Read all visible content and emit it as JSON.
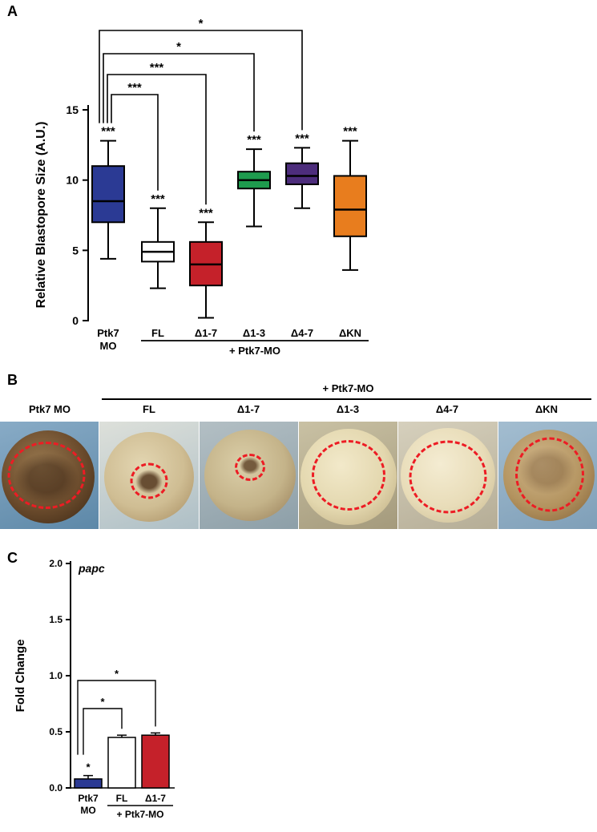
{
  "figure": {
    "panels": {
      "a": "A",
      "b": "B",
      "c": "C"
    }
  },
  "panel_b": {
    "group_label": "+ Ptk7-MO",
    "circle_color": "#ed1c24",
    "columns": [
      {
        "label": "Ptk7 MO",
        "bg": [
          "#88abc6",
          "#5d88a8"
        ],
        "embryo": [
          "#9a7a50",
          "#6b4b2c",
          "#3f2a16"
        ],
        "embryo_d": 116,
        "embryo_dx": -2,
        "embryo_dy": 2,
        "spot": {
          "w": 80,
          "h": 64,
          "dx": -4,
          "dy": 4,
          "color": "#3a2414",
          "opacity": 0.5
        },
        "circle": {
          "w": 97,
          "h": 84,
          "dx": -4,
          "dy": 0
        }
      },
      {
        "label": "FL",
        "bg": [
          "#dde0da",
          "#aebfc6"
        ],
        "embryo": [
          "#e3d6b2",
          "#cfbd93",
          "#a98f63"
        ],
        "embryo_d": 112,
        "embryo_dx": 0,
        "embryo_dy": 2,
        "spot": {
          "w": 34,
          "h": 30,
          "dx": 0,
          "dy": 8,
          "color": "#54381f",
          "opacity": 0.85
        },
        "circle": {
          "w": 47,
          "h": 45,
          "dx": 0,
          "dy": 7
        }
      },
      {
        "label": "Δ1-7",
        "bg": [
          "#b3bfc4",
          "#8d9fa8"
        ],
        "embryo": [
          "#dbcfa9",
          "#c4b389",
          "#99805a"
        ],
        "embryo_d": 114,
        "embryo_dx": 2,
        "embryo_dy": 0,
        "spot": {
          "w": 26,
          "h": 22,
          "dx": 2,
          "dy": -12,
          "color": "#5c3f24",
          "opacity": 0.8
        },
        "circle": {
          "w": 38,
          "h": 34,
          "dx": 2,
          "dy": -10
        }
      },
      {
        "label": "Δ1-3",
        "bg": [
          "#c9c1a4",
          "#a49a7c"
        ],
        "embryo": [
          "#f2e9ca",
          "#e3d7ae",
          "#bfae83"
        ],
        "embryo_d": 120,
        "embryo_dx": 0,
        "embryo_dy": 2,
        "spot": null,
        "circle": {
          "w": 92,
          "h": 88,
          "dx": 0,
          "dy": 0
        }
      },
      {
        "label": "Δ4-7",
        "bg": [
          "#d6d0bd",
          "#b5ad96"
        ],
        "embryo": [
          "#f4ecd2",
          "#e8dcb8",
          "#c9ba92"
        ],
        "embryo_d": 118,
        "embryo_dx": 0,
        "embryo_dy": 0,
        "spot": null,
        "circle": {
          "w": 97,
          "h": 91,
          "dx": 0,
          "dy": 2
        }
      },
      {
        "label": "ΔKN",
        "bg": [
          "#a3bdd0",
          "#7f9fb8"
        ],
        "embryo": [
          "#d2b88c",
          "#b3935f",
          "#86653c"
        ],
        "embryo_d": 114,
        "embryo_dx": 2,
        "embryo_dy": 0,
        "spot": {
          "w": 70,
          "h": 60,
          "dx": 0,
          "dy": -6,
          "color": "#7a5a36",
          "opacity": 0.45
        },
        "circle": {
          "w": 86,
          "h": 93,
          "dx": 3,
          "dy": -1
        }
      }
    ]
  },
  "chart_data": [
    {
      "type": "box",
      "panel": "A",
      "ylabel": "Relative Blastopore Size (A.U.)",
      "ylim": [
        0,
        15
      ],
      "yticks": [
        0,
        5,
        10,
        15
      ],
      "categories": [
        "Ptk7\nMO",
        "FL",
        "Δ1-7",
        "Δ1-3",
        "Δ4-7",
        "ΔKN"
      ],
      "group_label": "+ Ptk7-MO",
      "group_span": [
        1,
        5
      ],
      "boxes": [
        {
          "label": "Ptk7 MO",
          "whisker_low": 4.4,
          "q1": 7.0,
          "median": 8.5,
          "q3": 11.0,
          "whisker_high": 12.8,
          "color": "#2b3a94",
          "sig": "***"
        },
        {
          "label": "FL",
          "whisker_low": 2.3,
          "q1": 4.2,
          "median": 4.9,
          "q3": 5.6,
          "whisker_high": 8.0,
          "color": "#ffffff",
          "sig": "***"
        },
        {
          "label": "Δ1-7",
          "whisker_low": 0.2,
          "q1": 2.5,
          "median": 4.0,
          "q3": 5.6,
          "whisker_high": 7.0,
          "color": "#c5212a",
          "sig": "***"
        },
        {
          "label": "Δ1-3",
          "whisker_low": 6.7,
          "q1": 9.4,
          "median": 10.0,
          "q3": 10.6,
          "whisker_high": 12.2,
          "color": "#1e9b4e",
          "sig": "***"
        },
        {
          "label": "Δ4-7",
          "whisker_low": 8.0,
          "q1": 9.7,
          "median": 10.3,
          "q3": 11.2,
          "whisker_high": 12.3,
          "color": "#4d2d7c",
          "sig": "***"
        },
        {
          "label": "ΔKN",
          "whisker_low": 3.6,
          "q1": 6.0,
          "median": 7.9,
          "q3": 10.3,
          "whisker_high": 12.8,
          "color": "#e87d1e",
          "sig": "***"
        }
      ],
      "comparisons": [
        {
          "from": 0,
          "to": 1,
          "label": "***"
        },
        {
          "from": 0,
          "to": 2,
          "label": "***"
        },
        {
          "from": 0,
          "to": 3,
          "label": "*"
        },
        {
          "from": 0,
          "to": 4,
          "label": "*"
        }
      ]
    },
    {
      "type": "bar",
      "panel": "C",
      "title": "papc",
      "ylabel": "Fold Change",
      "ylim": [
        0,
        2.0
      ],
      "yticks": [
        0,
        0.5,
        1.0,
        1.5,
        2.0
      ],
      "categories": [
        "Ptk7\nMO",
        "FL",
        "Δ1-7"
      ],
      "group_label": "+ Ptk7-MO",
      "group_span": [
        1,
        2
      ],
      "values": [
        0.08,
        0.45,
        0.47
      ],
      "errors": [
        0.03,
        0.02,
        0.02
      ],
      "colors": [
        "#2b3a94",
        "#ffffff",
        "#c5212a"
      ],
      "bar_sig": [
        "*",
        "",
        ""
      ],
      "comparisons": [
        {
          "from": 0,
          "to": 1,
          "label": "*"
        },
        {
          "from": 0,
          "to": 2,
          "label": "*"
        }
      ]
    }
  ]
}
